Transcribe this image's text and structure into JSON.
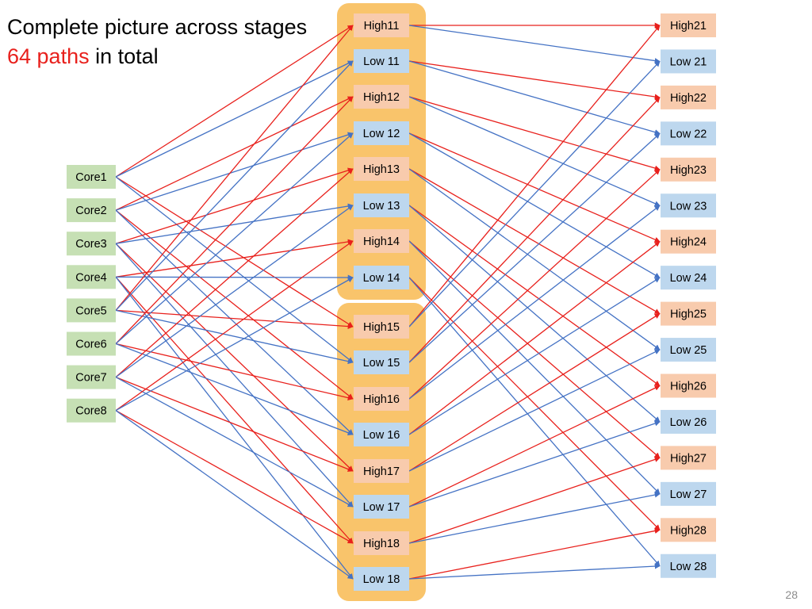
{
  "title": {
    "line1": "Complete picture across stages",
    "line2_highlight": "64 paths",
    "line2_rest": " in total"
  },
  "slide_number": "28",
  "colors": {
    "core_fill": "#c6e0b4",
    "high_fill": "#f8cbad",
    "low_fill": "#bdd7ee",
    "group_fill": "#f9c46b",
    "red_path": "#e8201c",
    "blue_path": "#4472c4"
  },
  "nodes": {
    "core": [
      "Core1",
      "Core2",
      "Core3",
      "Core4",
      "Core5",
      "Core6",
      "Core7",
      "Core8"
    ],
    "middle": [
      "High11",
      "Low 11",
      "High12",
      "Low 12",
      "High13",
      "Low 13",
      "High14",
      "Low 14",
      "High15",
      "Low 15",
      "High16",
      "Low 16",
      "High17",
      "Low 17",
      "High18",
      "Low 18"
    ],
    "right": [
      "High21",
      "Low 21",
      "High22",
      "Low 22",
      "High23",
      "Low 23",
      "High24",
      "Low 24",
      "High25",
      "Low 25",
      "High26",
      "Low 26",
      "High27",
      "Low 27",
      "High28",
      "Low 28"
    ]
  },
  "edges_core_to_middle": [
    {
      "from": "Core1",
      "to": "High11"
    },
    {
      "from": "Core1",
      "to": "High15"
    },
    {
      "from": "Core1",
      "to": "Low 11"
    },
    {
      "from": "Core1",
      "to": "Low 15"
    },
    {
      "from": "Core2",
      "to": "High12"
    },
    {
      "from": "Core2",
      "to": "High16"
    },
    {
      "from": "Core2",
      "to": "Low 12"
    },
    {
      "from": "Core2",
      "to": "Low 16"
    },
    {
      "from": "Core3",
      "to": "High13"
    },
    {
      "from": "Core3",
      "to": "High17"
    },
    {
      "from": "Core3",
      "to": "Low 13"
    },
    {
      "from": "Core3",
      "to": "Low 17"
    },
    {
      "from": "Core4",
      "to": "High14"
    },
    {
      "from": "Core4",
      "to": "High18"
    },
    {
      "from": "Core4",
      "to": "Low 14"
    },
    {
      "from": "Core4",
      "to": "Low 18"
    },
    {
      "from": "Core5",
      "to": "High11"
    },
    {
      "from": "Core5",
      "to": "High15"
    },
    {
      "from": "Core5",
      "to": "Low 11"
    },
    {
      "from": "Core5",
      "to": "Low 15"
    },
    {
      "from": "Core6",
      "to": "High12"
    },
    {
      "from": "Core6",
      "to": "High16"
    },
    {
      "from": "Core6",
      "to": "Low 12"
    },
    {
      "from": "Core6",
      "to": "Low 16"
    },
    {
      "from": "Core7",
      "to": "High13"
    },
    {
      "from": "Core7",
      "to": "High17"
    },
    {
      "from": "Core7",
      "to": "Low 13"
    },
    {
      "from": "Core7",
      "to": "Low 17"
    },
    {
      "from": "Core8",
      "to": "High14"
    },
    {
      "from": "Core8",
      "to": "High18"
    },
    {
      "from": "Core8",
      "to": "Low 14"
    },
    {
      "from": "Core8",
      "to": "Low 18"
    }
  ],
  "edges_middle_to_right": [
    {
      "from": "High11",
      "to": "High21"
    },
    {
      "from": "High11",
      "to": "Low 21"
    },
    {
      "from": "Low 11",
      "to": "High22"
    },
    {
      "from": "Low 11",
      "to": "Low 22"
    },
    {
      "from": "High12",
      "to": "High23"
    },
    {
      "from": "High12",
      "to": "Low 23"
    },
    {
      "from": "Low 12",
      "to": "High24"
    },
    {
      "from": "Low 12",
      "to": "Low 24"
    },
    {
      "from": "High13",
      "to": "High25"
    },
    {
      "from": "High13",
      "to": "Low 25"
    },
    {
      "from": "Low 13",
      "to": "High26"
    },
    {
      "from": "Low 13",
      "to": "Low 26"
    },
    {
      "from": "High14",
      "to": "High27"
    },
    {
      "from": "High14",
      "to": "Low 27"
    },
    {
      "from": "Low 14",
      "to": "High28"
    },
    {
      "from": "Low 14",
      "to": "Low 28"
    },
    {
      "from": "High15",
      "to": "High21"
    },
    {
      "from": "High15",
      "to": "Low 21"
    },
    {
      "from": "Low 15",
      "to": "High22"
    },
    {
      "from": "Low 15",
      "to": "Low 22"
    },
    {
      "from": "High16",
      "to": "High23"
    },
    {
      "from": "High16",
      "to": "Low 23"
    },
    {
      "from": "Low 16",
      "to": "High24"
    },
    {
      "from": "Low 16",
      "to": "Low 24"
    },
    {
      "from": "High17",
      "to": "High25"
    },
    {
      "from": "High17",
      "to": "Low 25"
    },
    {
      "from": "Low 17",
      "to": "High26"
    },
    {
      "from": "Low 17",
      "to": "Low 26"
    },
    {
      "from": "High18",
      "to": "High27"
    },
    {
      "from": "High18",
      "to": "Low 27"
    },
    {
      "from": "Low 18",
      "to": "High28"
    },
    {
      "from": "Low 18",
      "to": "Low 28"
    }
  ]
}
